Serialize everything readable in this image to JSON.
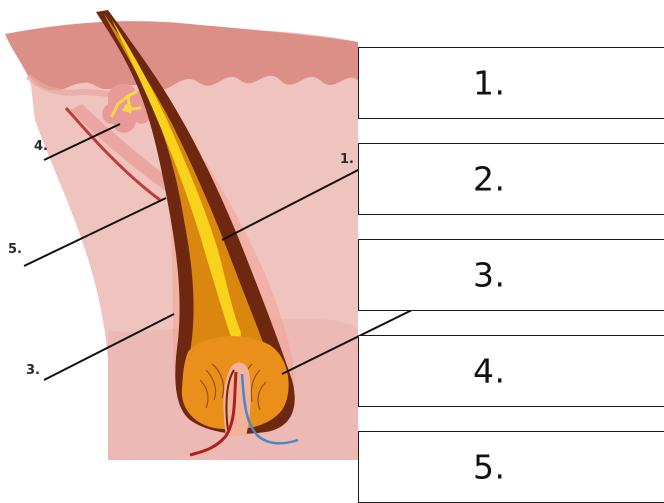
{
  "diagram": {
    "callout_labels": [
      "1.",
      "3.",
      "4.",
      "5."
    ],
    "answer_boxes": [
      "1.",
      "2.",
      "3.",
      "4.",
      "5."
    ]
  },
  "colors": {
    "skin_surface": "#dc8f86",
    "dermis": "#f0c4be",
    "hair_shaft_outer": "#6e2810",
    "hair_shaft_inner": "#d9870f",
    "medulla": "#f9d31b",
    "bulb": "#e98f1a",
    "papilla": "#f2b39a",
    "blood_vessel_red": "#b01f1f",
    "blood_vessel_blue": "#4a86c2",
    "gland_yellow": "#f6d84a",
    "gland_pink": "#e99a98",
    "box_border": "#1a1a1a"
  }
}
